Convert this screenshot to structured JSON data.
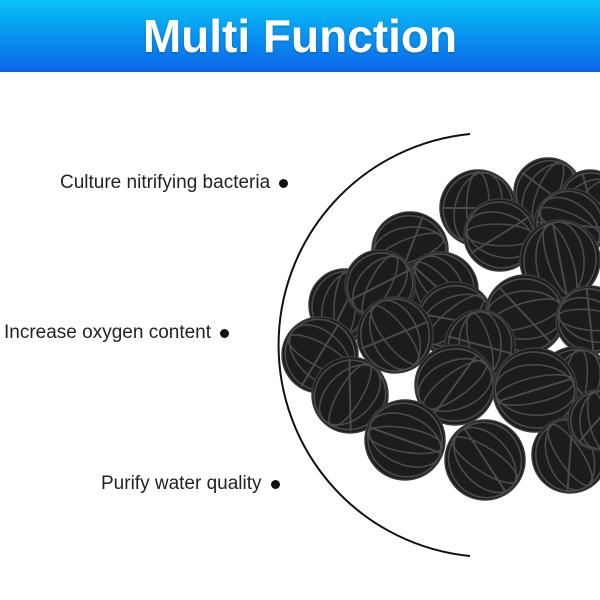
{
  "banner": {
    "title": "Multi Function",
    "gradient_top": "#08c3f7",
    "gradient_bottom": "#0a63e8"
  },
  "features": [
    {
      "label": "Culture nitrifying bacteria"
    },
    {
      "label": "Increase oxygen content"
    },
    {
      "label": "Purify water quality"
    }
  ],
  "product": {
    "name": "bio-ball-filter-media",
    "color": "#1c1c1e"
  }
}
